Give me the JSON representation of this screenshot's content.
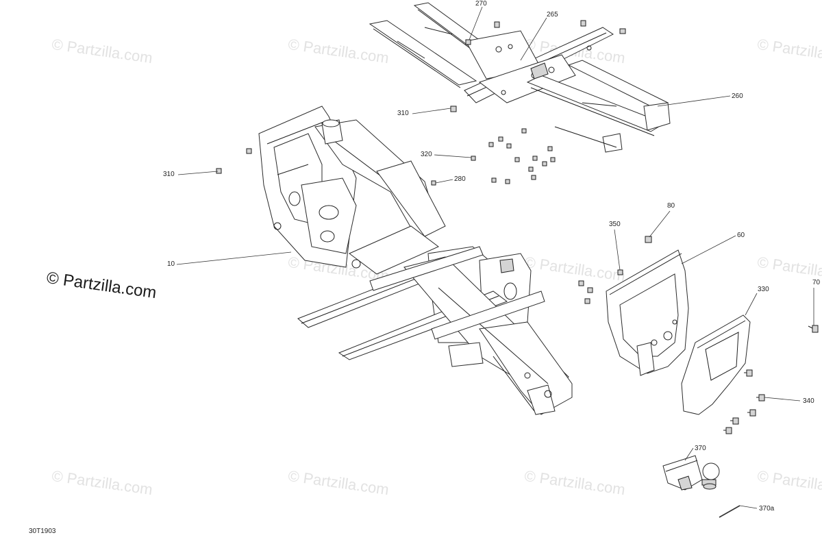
{
  "watermark": "© Partzilla.com",
  "watermark_main": "© Partzilla.com",
  "diagram_code": "30T1903",
  "callouts": {
    "c270": "270",
    "c265": "265",
    "c260": "260",
    "c310a": "310",
    "c310b": "310",
    "c320": "320",
    "c280": "280",
    "c10": "10",
    "c80": "80",
    "c60": "60",
    "c350": "350",
    "c330": "330",
    "c70": "70",
    "c340": "340",
    "c370": "370",
    "c370a": "370a"
  }
}
